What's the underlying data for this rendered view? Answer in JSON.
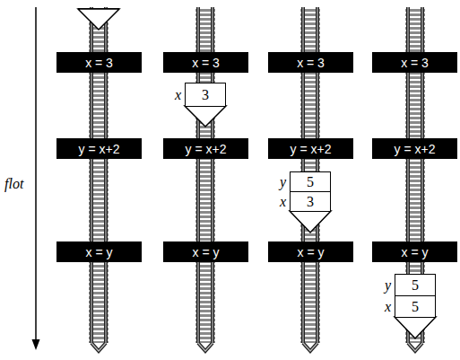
{
  "diagram": {
    "nodes": [
      {
        "text": [
          "x = 3"
        ]
      },
      {
        "text": [
          "y = x+2"
        ]
      },
      {
        "text": [
          "x = y"
        ]
      },
      {
        "text": [
          "x = 3"
        ]
      },
      {
        "text": [
          "y = x+2"
        ]
      },
      {
        "text": [
          "x = y"
        ]
      },
      {
        "text": [
          "x",
          "3"
        ]
      },
      {
        "text": [
          "x = 3"
        ]
      },
      {
        "text": [
          "y = x+2"
        ]
      },
      {
        "text": [
          "x = y"
        ]
      },
      {
        "text": [
          "y",
          "5"
        ]
      },
      {
        "text": [
          "x",
          "3"
        ]
      },
      {
        "text": [
          "x = 3"
        ]
      },
      {
        "text": [
          "y = x+2"
        ]
      },
      {
        "text": [
          "x = y"
        ]
      },
      {
        "text": [
          "y",
          "5"
        ]
      },
      {
        "text": [
          "x",
          "5"
        ]
      }
    ],
    "labels": [
      "flot"
    ]
  }
}
